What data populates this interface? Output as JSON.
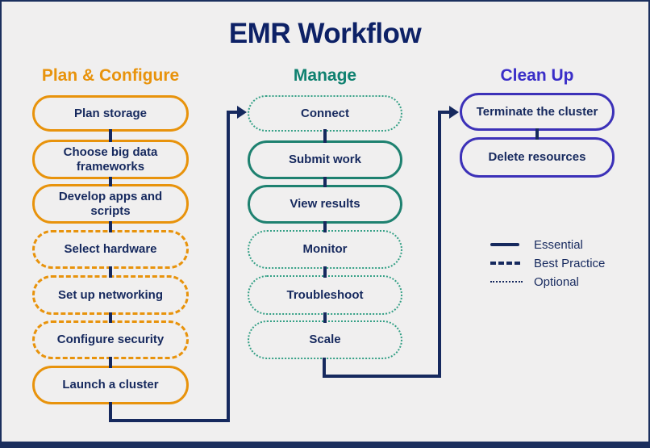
{
  "title": "EMR Workflow",
  "columns": [
    {
      "heading": "Plan & Configure",
      "accent_color": "#E8930C",
      "items": [
        {
          "label": "Plan storage",
          "type": "essential"
        },
        {
          "label": "Choose big data frameworks",
          "type": "essential"
        },
        {
          "label": "Develop apps and scripts",
          "type": "essential"
        },
        {
          "label": "Select hardware",
          "type": "best-practice"
        },
        {
          "label": "Set up networking",
          "type": "best-practice"
        },
        {
          "label": "Configure security",
          "type": "best-practice"
        },
        {
          "label": "Launch a cluster",
          "type": "essential"
        }
      ]
    },
    {
      "heading": "Manage",
      "accent_color": "#0F8170",
      "items": [
        {
          "label": "Connect",
          "type": "optional"
        },
        {
          "label": "Submit work",
          "type": "essential"
        },
        {
          "label": "View results",
          "type": "essential"
        },
        {
          "label": "Monitor",
          "type": "optional"
        },
        {
          "label": "Troubleshoot",
          "type": "optional"
        },
        {
          "label": "Scale",
          "type": "optional"
        }
      ]
    },
    {
      "heading": "Clean Up",
      "accent_color": "#3A2EC8",
      "items": [
        {
          "label": "Terminate the cluster",
          "type": "essential"
        },
        {
          "label": "Delete resources",
          "type": "essential"
        }
      ]
    }
  ],
  "legend": {
    "items": [
      {
        "label": "Essential",
        "line_style": "solid"
      },
      {
        "label": "Best Practice",
        "line_style": "dashed"
      },
      {
        "label": "Optional",
        "line_style": "dotted"
      }
    ]
  },
  "flow": [
    "Launch a cluster -> Connect",
    "Scale -> Terminate the cluster"
  ],
  "colors": {
    "navy": "#16295E",
    "title": "#0D2166",
    "orange": "#E8930C",
    "teal": "#1E8170",
    "teal_dotted": "#35A086",
    "purple": "#3C31B8",
    "background": "#F0EFEF",
    "frame_border": "#1B2F5E"
  }
}
